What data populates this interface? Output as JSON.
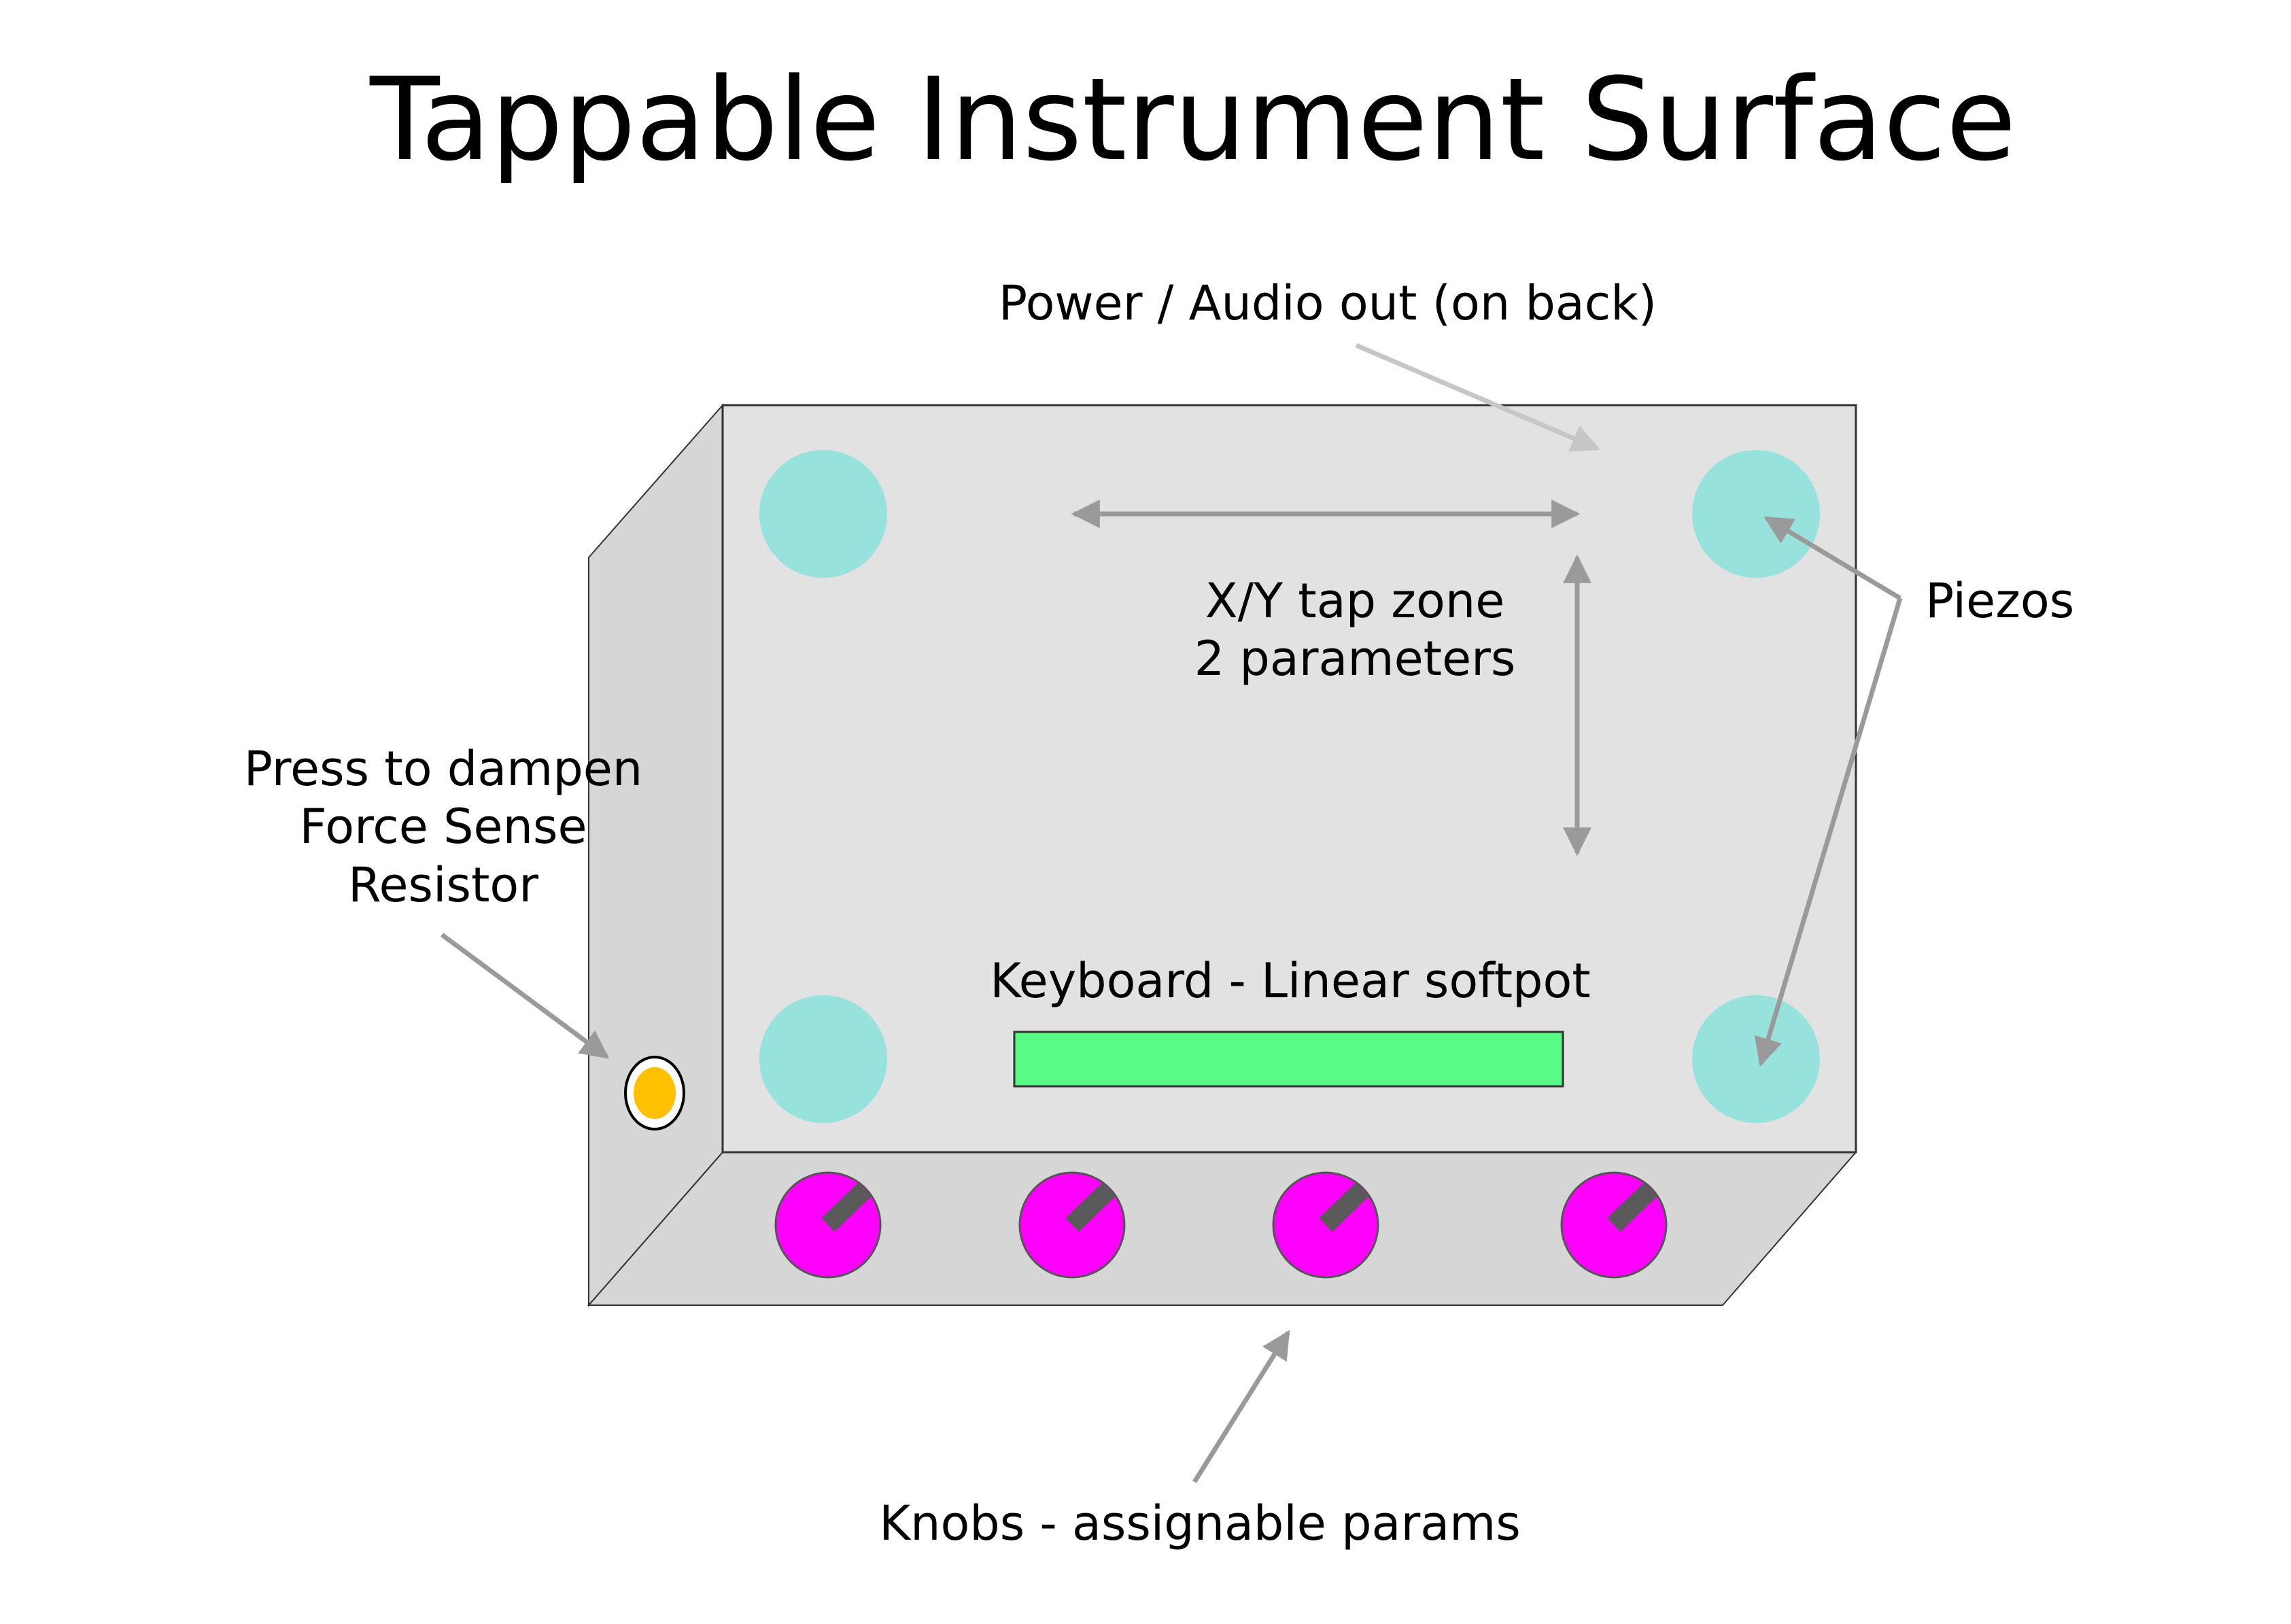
{
  "title": "Tappable Instrument Surface",
  "labels": {
    "power": "Power / Audio out (on back)",
    "xy_line1": "X/Y tap zone",
    "xy_line2": "2 parameters",
    "piezos": "Piezos",
    "fsr_line1": "Press to dampen",
    "fsr_line2": "Force Sense",
    "fsr_line3": "Resistor",
    "keyboard": "Keyboard - Linear softpot",
    "knobs": "Knobs - assignable params"
  },
  "colors": {
    "top_face": "#e2e2e2",
    "side_face": "#d6d6d6",
    "piezo": "#98e2dd",
    "softpot": "#57fb86",
    "knob": "#ff00ff",
    "knob_pointer": "#5a5a5a",
    "fsr": "#ffc000",
    "arrow": "#9a9a9a",
    "arrow_light": "#c6c6c6",
    "outline": "#333333"
  },
  "icons": {
    "piezo": "circle",
    "knob": "rotary-knob",
    "fsr": "round-button"
  },
  "counts": {
    "piezos": 4,
    "knobs": 4
  }
}
